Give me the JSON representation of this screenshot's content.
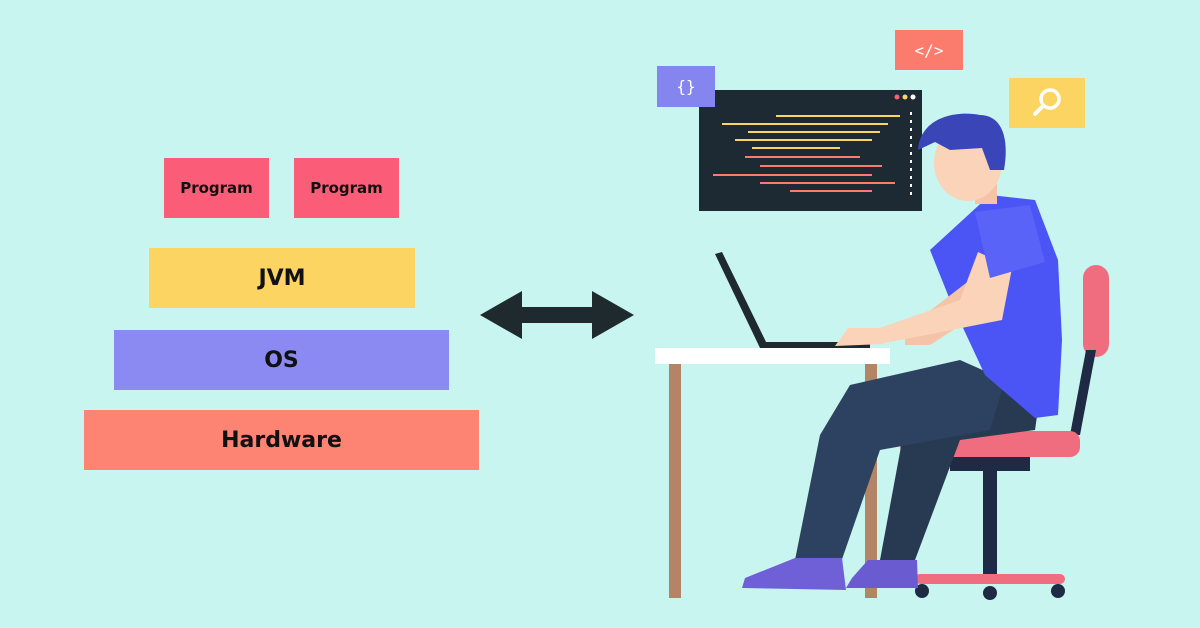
{
  "stack": {
    "program_1": "Program",
    "program_2": "Program",
    "jvm": "JVM",
    "os": "OS",
    "hardware": "Hardware"
  },
  "illustration": {
    "braces_symbol": "{}",
    "code_symbol": "</>",
    "search_icon": "magnifier-icon",
    "arrow_icon": "double-arrow-icon"
  },
  "colors": {
    "background": "#c8f5ef",
    "program": "#fb5d78",
    "jvm": "#fcd462",
    "os": "#8a8af2",
    "hardware": "#fd8373",
    "code_screen": "#1e2a33",
    "shirt": "#4b55f5",
    "pants": "#273a52"
  }
}
